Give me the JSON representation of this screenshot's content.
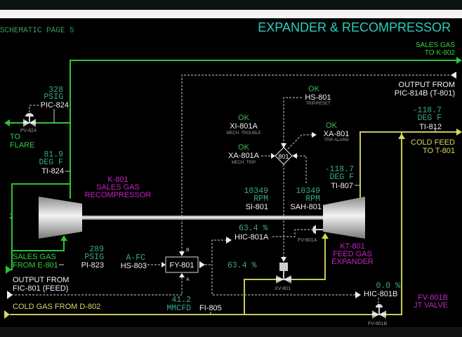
{
  "header": {
    "page": "SCHEMATIC PAGE 5",
    "title": "EXPANDER & RECOMPRESSOR"
  },
  "colors": {
    "sales_gas": "#2fc23a",
    "cold_gas": "#c8c85a",
    "equipment": "#c424c4",
    "value": "#3aa88a",
    "title": "#2ad0c0"
  },
  "streams": {
    "sales_gas_to": [
      "SALES GAS",
      "TO K-802"
    ],
    "output_pic": [
      "OUTPUT FROM",
      "PIC-814B (T-801)"
    ],
    "to_flare": [
      "TO",
      "FLARE"
    ],
    "sales_gas_from": [
      "SALES GAS",
      "FROM E-801"
    ],
    "output_fic": [
      "OUTPUT FROM",
      "FIC-801 (FEED)"
    ],
    "cold_gas_from": "COLD GAS FROM D-802",
    "cold_feed_to": [
      "COLD FEED",
      "TO T-801"
    ]
  },
  "equipment": {
    "k801": [
      "K-801",
      "SALES GAS",
      "RECOMPRESSOR"
    ],
    "kt801": [
      "KT-801",
      "FEED GAS",
      "EXPANDER"
    ],
    "fv801b": [
      "FV-801B",
      "JT VALVE"
    ]
  },
  "instruments": {
    "pic824": {
      "value": "328",
      "unit": "PSIG",
      "tag": "PIC-824"
    },
    "pv824": "PV-824",
    "ti824": {
      "value": "81.9",
      "unit": "DEG F",
      "tag": "TI-824"
    },
    "pi823": {
      "value": "289",
      "unit": "PSIG",
      "tag": "PI-823"
    },
    "hs803": {
      "value": "A-FC",
      "tag": "HS-803"
    },
    "fy801": {
      "tag": "FY-801",
      "in_b": "B",
      "in_a": "A",
      "output": "63.4 %"
    },
    "fi805": {
      "value": "41.2",
      "unit": "MMCFD",
      "tag": "FI-805"
    },
    "hic801a": {
      "value": "63.4 %",
      "tag": "HIC-801A"
    },
    "hic801b": {
      "value": "0.0 %",
      "tag": "HIC-801B"
    },
    "fv801a": "FV-801A",
    "fv801b_tag": "FV-801B",
    "xv801": "XV-801",
    "si801": {
      "value": "10349",
      "unit": "RPM",
      "tag": "SI-801"
    },
    "sah801": {
      "value": "10349",
      "unit": "RPM",
      "tag": "SAH-801"
    },
    "ti807": {
      "value": "-118.7",
      "unit": "DEG F",
      "tag": "TI-807"
    },
    "ti812": {
      "value": "-118.7",
      "unit": "DEG F",
      "tag": "TI-812"
    },
    "xi801a": {
      "status": "OK",
      "tag": "XI-801A",
      "desc": "MECH. TROUBLE"
    },
    "xa801a": {
      "status": "OK",
      "tag": "XA-801A",
      "desc": "MECH. TRIP"
    },
    "hs801": {
      "status": "OK",
      "tag": "HS-801",
      "desc": "TRIP/RESET"
    },
    "xa801": {
      "status": "OK",
      "tag": "XA-801",
      "desc": "TRIP ALARM"
    },
    "logic": "801"
  }
}
